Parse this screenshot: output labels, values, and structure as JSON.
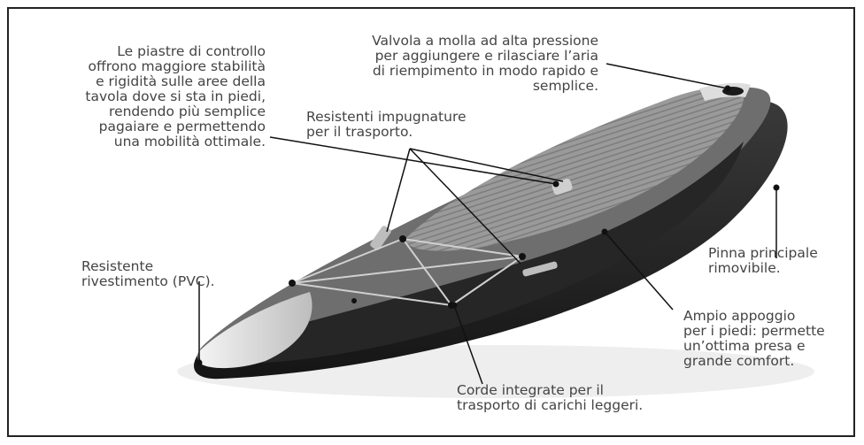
{
  "annotations": {
    "control_plates": "Le piastre di controllo\noffrono maggiore stabilità\ne rigidità sulle aree della\ntavola dove si sta in piedi,\nrendendo più semplice\npagaiare e permettendo\nuna mobilità ottimale.",
    "valve": "Valvola a molla ad alta pressione\nper aggiungere e rilasciare l’aria\ndi riempimento in modo rapido e\nsemplice.",
    "handles": "Resistenti impugnature\nper il trasporto.",
    "coating": "Resistente\nrivestimento (PVC).",
    "fin": "Pinna principale\nrimovibile.",
    "footpad": "Ampio appoggio\nper i piedi: permette\nun’ottima presa e\ngrande comfort.",
    "cords": "Corde integrate per il\ntrasporto di carichi leggeri."
  },
  "colors": {
    "frame": "#222222",
    "label_text": "#444444",
    "leader_line": "#111111",
    "rail": "#2a2a2a",
    "deck": "#8c8c8c",
    "nose": "#e2e2e2"
  }
}
